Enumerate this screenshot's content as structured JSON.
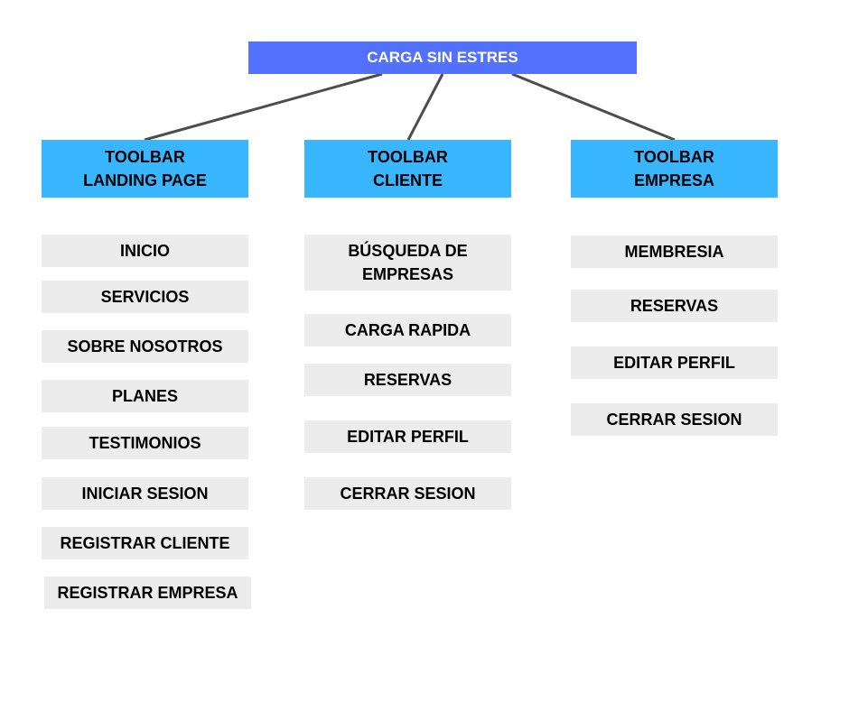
{
  "diagram": {
    "root": {
      "label": "CARGA SIN ESTRES"
    },
    "sections": [
      {
        "label": "TOOLBAR\nLANDING PAGE",
        "items": [
          "INICIO",
          "SERVICIOS",
          "SOBRE NOSOTROS",
          "PLANES",
          "TESTIMONIOS",
          "INICIAR SESION",
          "REGISTRAR CLIENTE",
          "REGISTRAR EMPRESA"
        ]
      },
      {
        "label": "TOOLBAR\nCLIENTE",
        "items": [
          "BÚSQUEDA DE\nEMPRESAS",
          "CARGA RAPIDA",
          "RESERVAS",
          "EDITAR PERFIL",
          "CERRAR SESION"
        ]
      },
      {
        "label": "TOOLBAR\nEMPRESA",
        "items": [
          "MEMBRESIA",
          "RESERVAS",
          "EDITAR PERFIL",
          "CERRAR SESION"
        ]
      }
    ]
  },
  "colors": {
    "root": "#5271ff",
    "section": "#38b6ff",
    "item": "#ececec",
    "connector": "#4d4d4d"
  }
}
